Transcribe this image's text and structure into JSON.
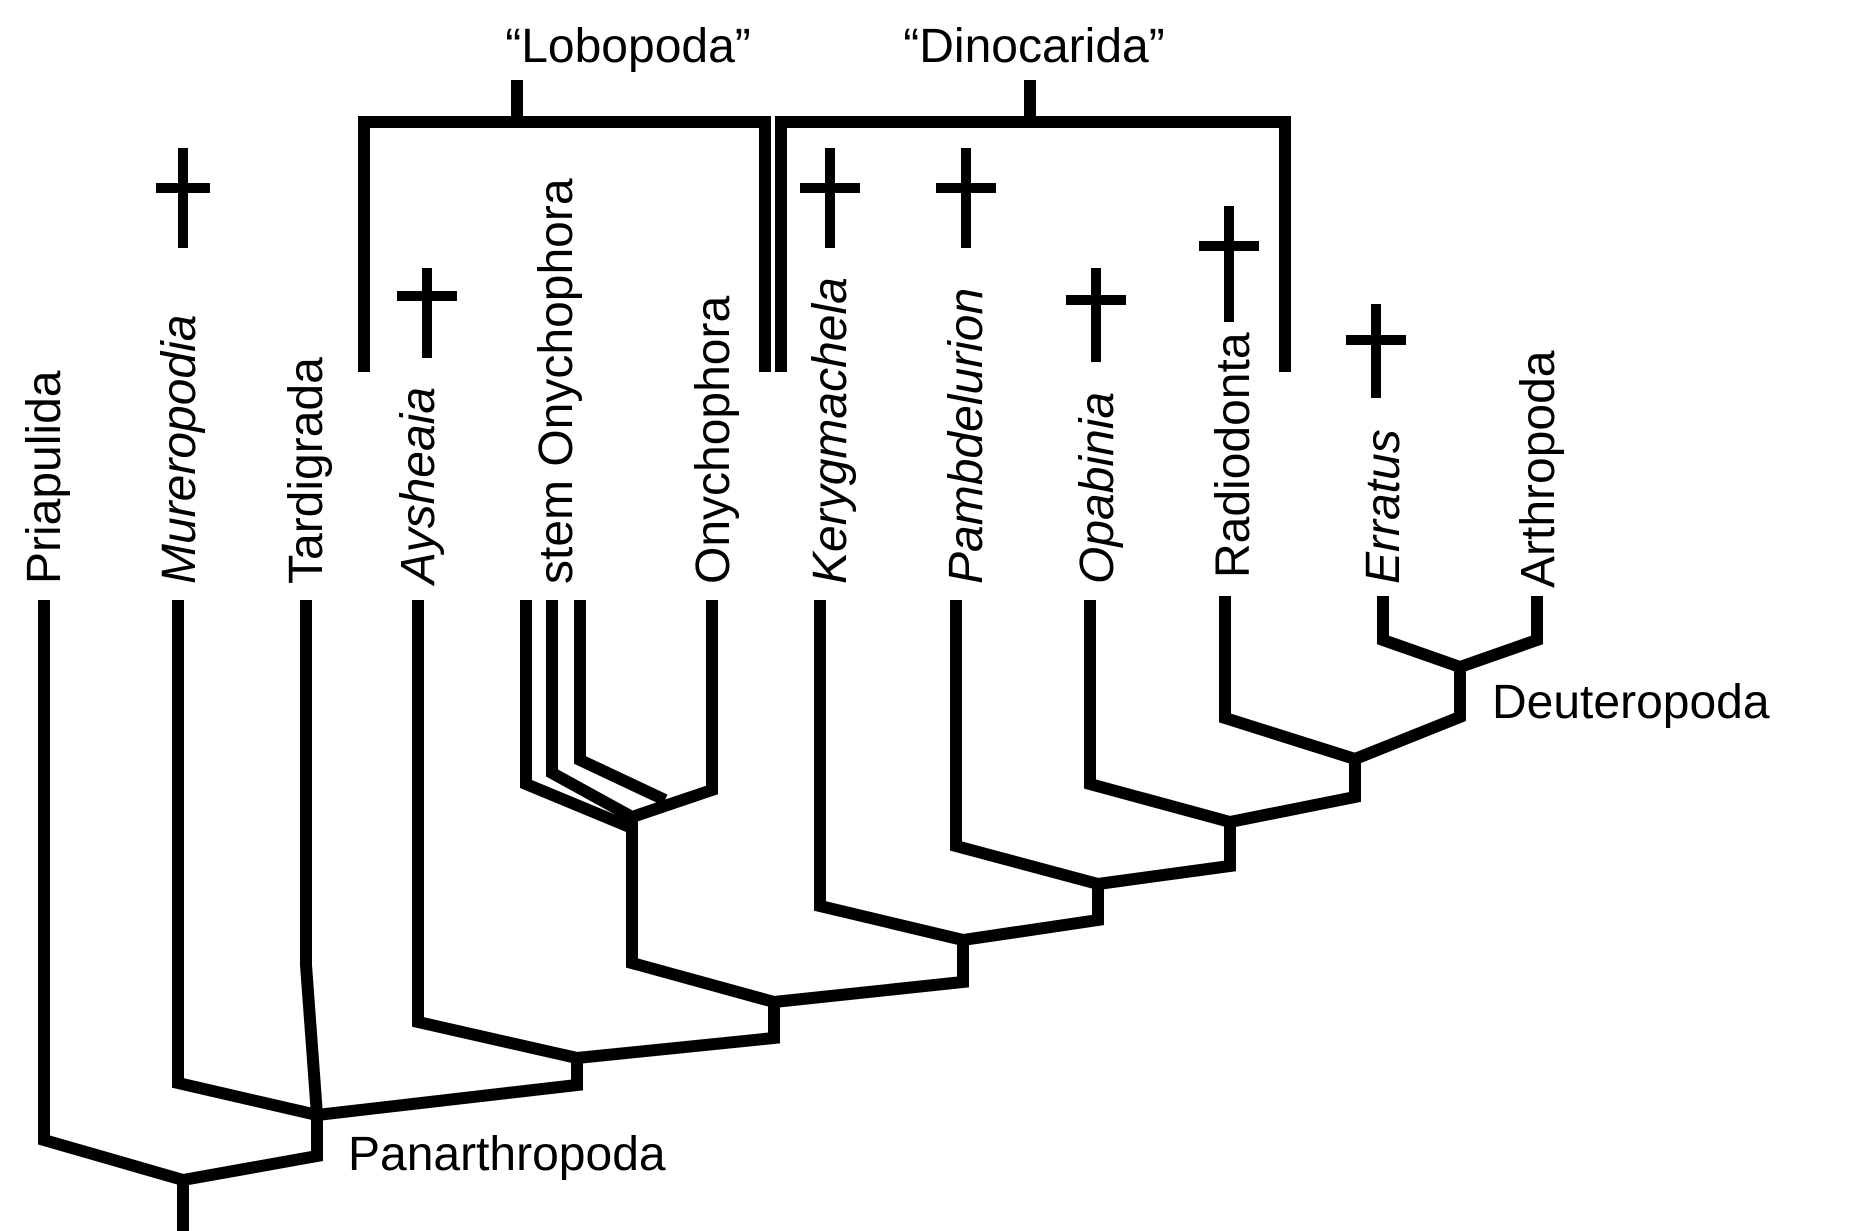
{
  "taxa": [
    {
      "key": "priapulida",
      "label": "Priapulida",
      "italic": false,
      "extinct": false
    },
    {
      "key": "mureropodia",
      "label": "Mureropodia",
      "italic": true,
      "extinct": true
    },
    {
      "key": "tardigrada",
      "label": "Tardigrada",
      "italic": false,
      "extinct": false
    },
    {
      "key": "aysheaia",
      "label": "Aysheaia",
      "italic": true,
      "extinct": true
    },
    {
      "key": "stem-onychophora",
      "label": "stem Onychophora",
      "italic": false,
      "extinct": false
    },
    {
      "key": "onychophora",
      "label": "Onychophora",
      "italic": false,
      "extinct": false
    },
    {
      "key": "kerygmachela",
      "label": "Kerygmachela",
      "italic": true,
      "extinct": true
    },
    {
      "key": "pambdelurion",
      "label": "Pambdelurion",
      "italic": true,
      "extinct": true
    },
    {
      "key": "opabinia",
      "label": "Opabinia",
      "italic": true,
      "extinct": true
    },
    {
      "key": "radiodonta",
      "label": "Radiodonta",
      "italic": false,
      "extinct": true
    },
    {
      "key": "erratus",
      "label": "Erratus",
      "italic": true,
      "extinct": true
    },
    {
      "key": "arthropoda",
      "label": "Arthropoda",
      "italic": false,
      "extinct": false
    }
  ],
  "groups": [
    {
      "key": "lobopoda",
      "label": "“Lobopoda”"
    },
    {
      "key": "dinocarida",
      "label": "“Dinocarida”"
    }
  ],
  "nodes": {
    "panarthropoda": "Panarthropoda",
    "deuteropoda": "Deuteropoda"
  },
  "symbols": {
    "extinct_marker": "dagger-icon"
  },
  "colors": {
    "line": "#000000",
    "background": "#ffffff"
  }
}
